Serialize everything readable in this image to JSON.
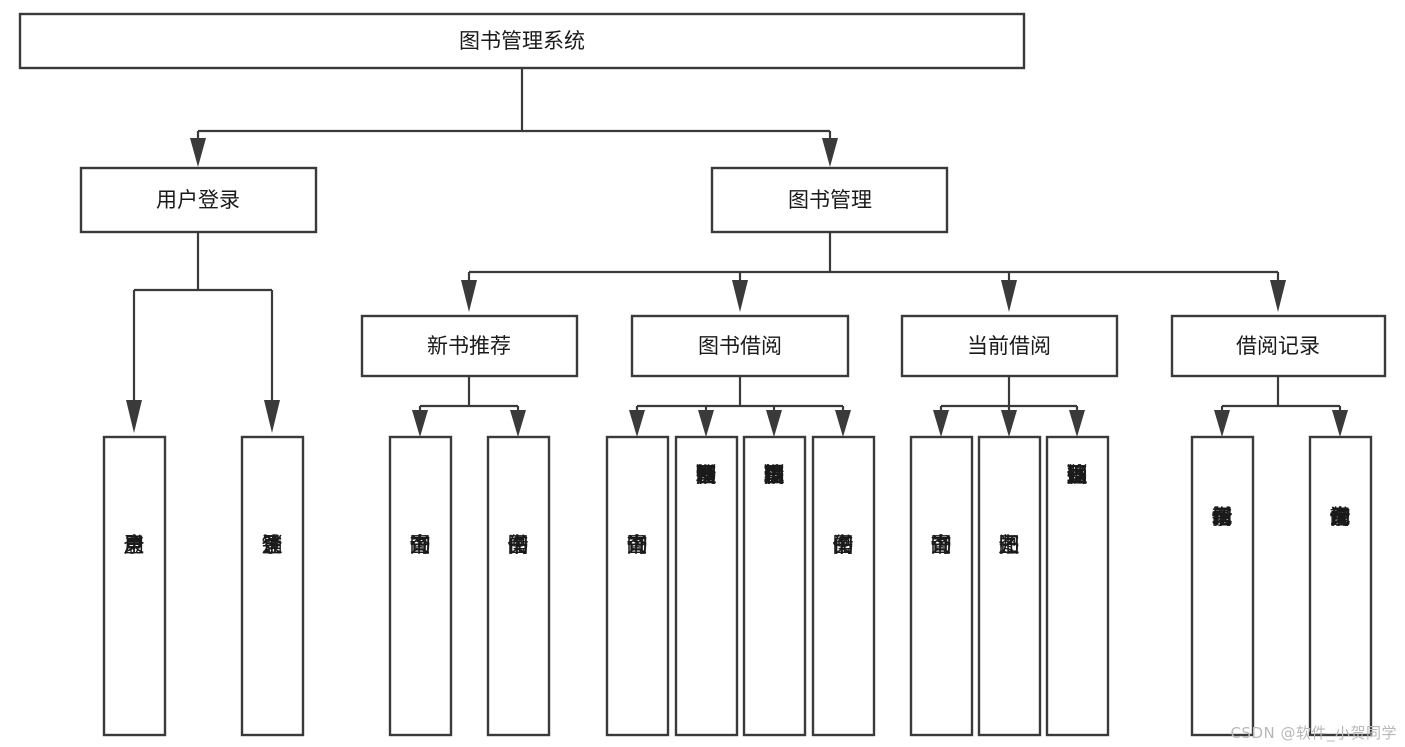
{
  "diagram": {
    "type": "tree-hierarchy-chart",
    "title": "图书管理系统",
    "orientation": "top-down",
    "colors": {
      "box_stroke": "#3a3a3a",
      "box_fill": "#ffffff",
      "text": "#1a1a1a",
      "connector": "#3a3a3a",
      "background": "#ffffff",
      "watermark": "#b8b8b8"
    },
    "root": {
      "label": "图书管理系统"
    },
    "level1": [
      {
        "label": "用户登录"
      },
      {
        "label": "图书管理"
      }
    ],
    "level2": [
      {
        "label": "新书推荐"
      },
      {
        "label": "图书借阅"
      },
      {
        "label": "当前借阅"
      },
      {
        "label": "借阅记录"
      }
    ],
    "leaves": {
      "user_login": [
        {
          "label": "用户登录"
        },
        {
          "label": "注销登录"
        }
      ],
      "new_book_recommend": [
        {
          "label": "查询图书"
        },
        {
          "label": "借阅图书"
        }
      ],
      "book_borrow": [
        {
          "label": "查询图书"
        },
        {
          "label": "新增图书（管理员）"
        },
        {
          "label": "编辑图书（管理员）"
        },
        {
          "label": "借阅图书"
        }
      ],
      "current_borrow": [
        {
          "label": "查询图书"
        },
        {
          "label": "归还图书"
        },
        {
          "label": "确认归还（管理员）"
        }
      ],
      "borrow_record": [
        {
          "label": "新增借阅记录"
        },
        {
          "label": "查询借阅记录"
        }
      ]
    }
  },
  "watermark": {
    "text": "CSDN @软件_小贺同学"
  }
}
